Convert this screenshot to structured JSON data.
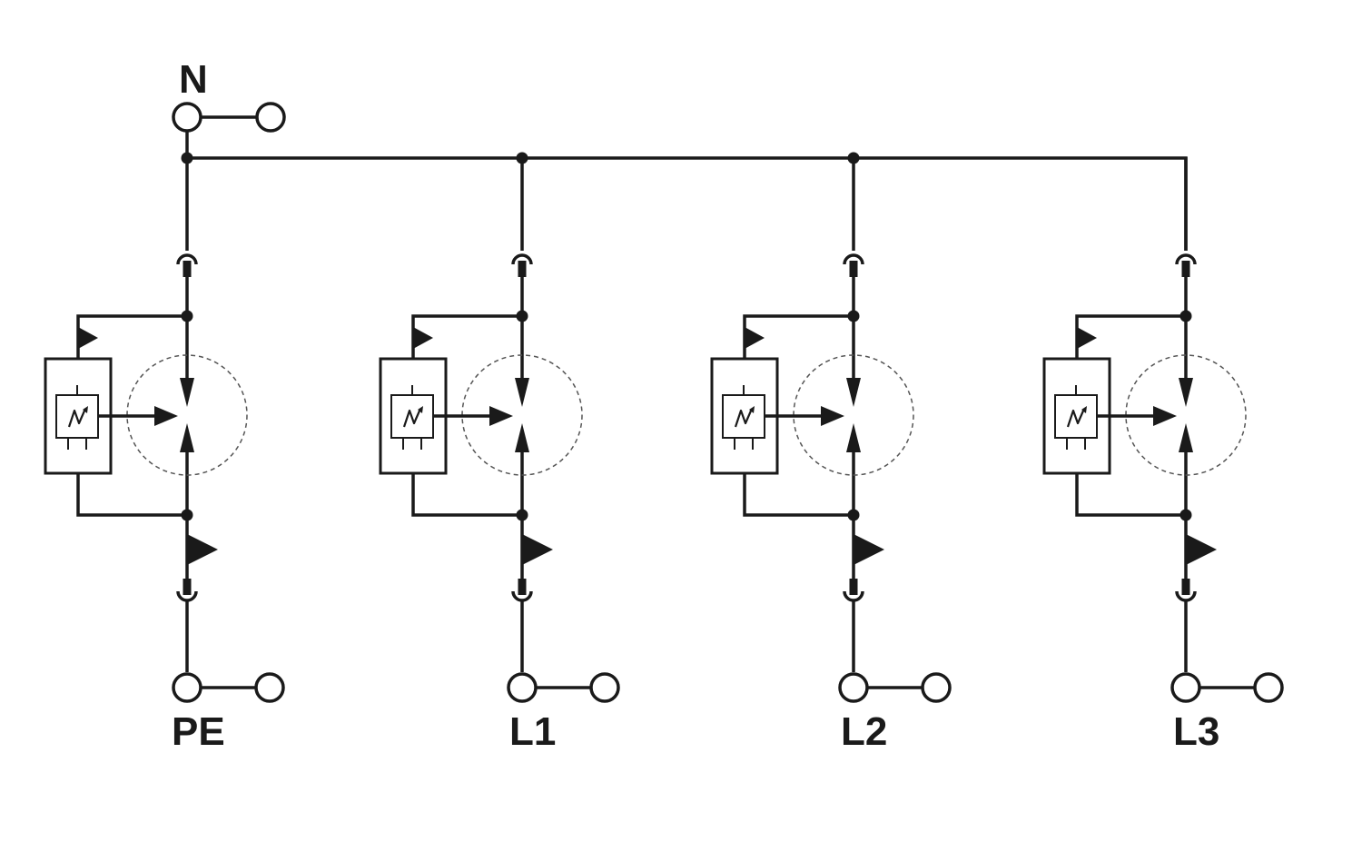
{
  "terminals": {
    "top": "N",
    "bottom": [
      "PE",
      "L1",
      "L2",
      "L3"
    ]
  },
  "colors": {
    "line": "#1a1a1a",
    "background": "#ffffff",
    "dashed_circle": "#555555"
  }
}
